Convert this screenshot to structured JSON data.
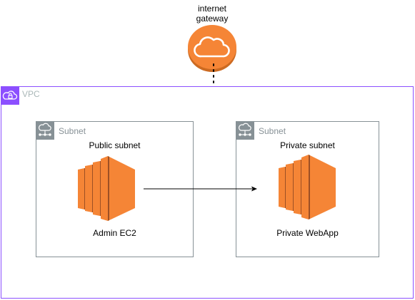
{
  "gateway": {
    "label_line1": "internet",
    "label_line2": "gateway",
    "icon": "cloud-icon"
  },
  "vpc": {
    "label": "VPC",
    "icon": "vpc-cloud-lock-icon",
    "border_color": "#8C4FFF"
  },
  "subnets": [
    {
      "tag": "Subnet",
      "title": "Public subnet",
      "instance_label": "Admin EC2",
      "icon": "ec2-instance-icon"
    },
    {
      "tag": "Subnet",
      "title": "Private subnet",
      "instance_label": "Private WebApp",
      "icon": "ec2-instance-icon"
    }
  ],
  "colors": {
    "ec2_orange": "#F58536",
    "subnet_grey": "#879196",
    "vpc_label_grey": "#AAB7B8"
  }
}
